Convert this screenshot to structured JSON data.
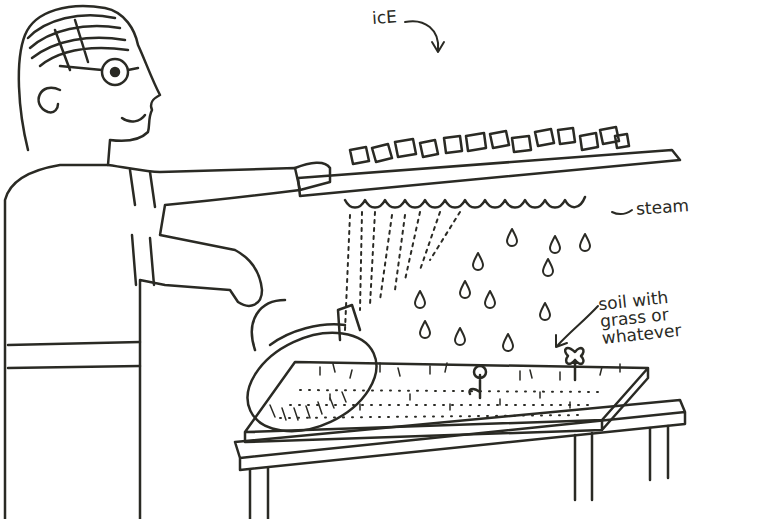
{
  "diagram": {
    "labels": [
      "icE",
      "steam",
      "soil with grass or whatever"
    ]
  }
}
